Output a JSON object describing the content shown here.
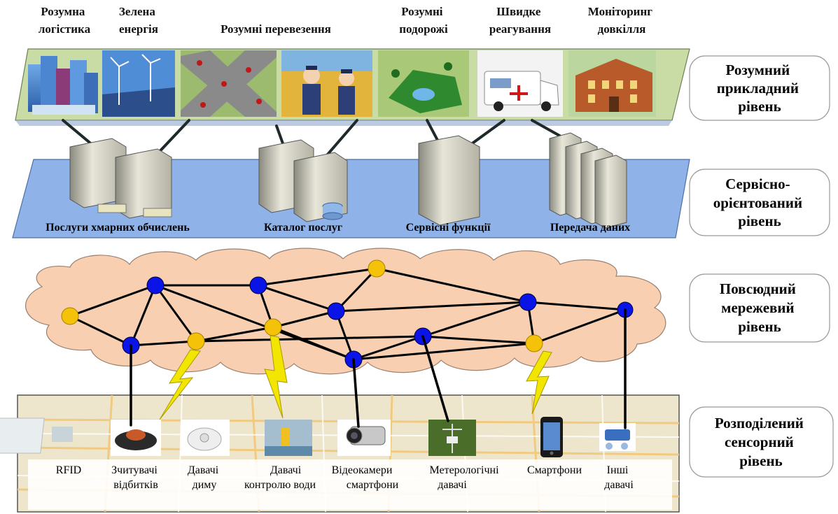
{
  "app_titles": [
    {
      "lines": [
        "Розумна",
        "логістика"
      ]
    },
    {
      "lines": [
        "Зелена",
        "енергія"
      ]
    },
    {
      "lines": [
        "Розумні перевезення"
      ]
    },
    {
      "lines": [
        "Розумні",
        "подорожі"
      ]
    },
    {
      "lines": [
        "Швидке",
        "реагування"
      ]
    },
    {
      "lines": [
        "Моніторинг",
        "довкілля"
      ]
    }
  ],
  "service_labels": [
    "Послуги хмарних обчислень",
    "Каталог послуг",
    "Сервісні функції",
    "Передача даних"
  ],
  "sensor_labels": [
    {
      "lines": [
        "RFID"
      ]
    },
    {
      "lines": [
        "Зчитувачі",
        "відбитків"
      ]
    },
    {
      "lines": [
        "Давачі",
        "диму"
      ]
    },
    {
      "lines": [
        "Давачі",
        "контролю води"
      ]
    },
    {
      "lines": [
        "Відеокамери",
        "смартфони"
      ]
    },
    {
      "lines": [
        "Метерологічні",
        "давачі"
      ]
    },
    {
      "lines": [
        "Смартфони"
      ]
    },
    {
      "lines": [
        "Інші",
        "давачі"
      ]
    }
  ],
  "layers": [
    {
      "lines": [
        "Розумний",
        "прикладний",
        "рівень"
      ]
    },
    {
      "lines": [
        "Сервісно-",
        "орієнтований",
        "рівень"
      ]
    },
    {
      "lines": [
        "Повсюдний",
        "мережевий",
        "рівень"
      ]
    },
    {
      "lines": [
        "Розподілений",
        "сенсорний",
        "рівень"
      ]
    }
  ],
  "colors": {
    "app_layer": "#c9dca6",
    "service_layer": "#8fb3e8",
    "cloud": "#f8cfb0",
    "node_blue": "#0a14e6",
    "node_yellow": "#f5c20a",
    "lightning": "#f2e600",
    "map": "#eee6cc"
  },
  "icons": [
    "city-icon",
    "wind-turbine-icon",
    "intersection-icon",
    "traffic-police-icon",
    "park-icon",
    "ambulance-icon",
    "building-icon",
    "server-icon",
    "rfid-card-icon",
    "fingerprint-reader-icon",
    "smoke-detector-icon",
    "water-buoy-icon",
    "cctv-camera-icon",
    "weather-station-icon",
    "smartphone-icon",
    "sensor-device-icon"
  ]
}
